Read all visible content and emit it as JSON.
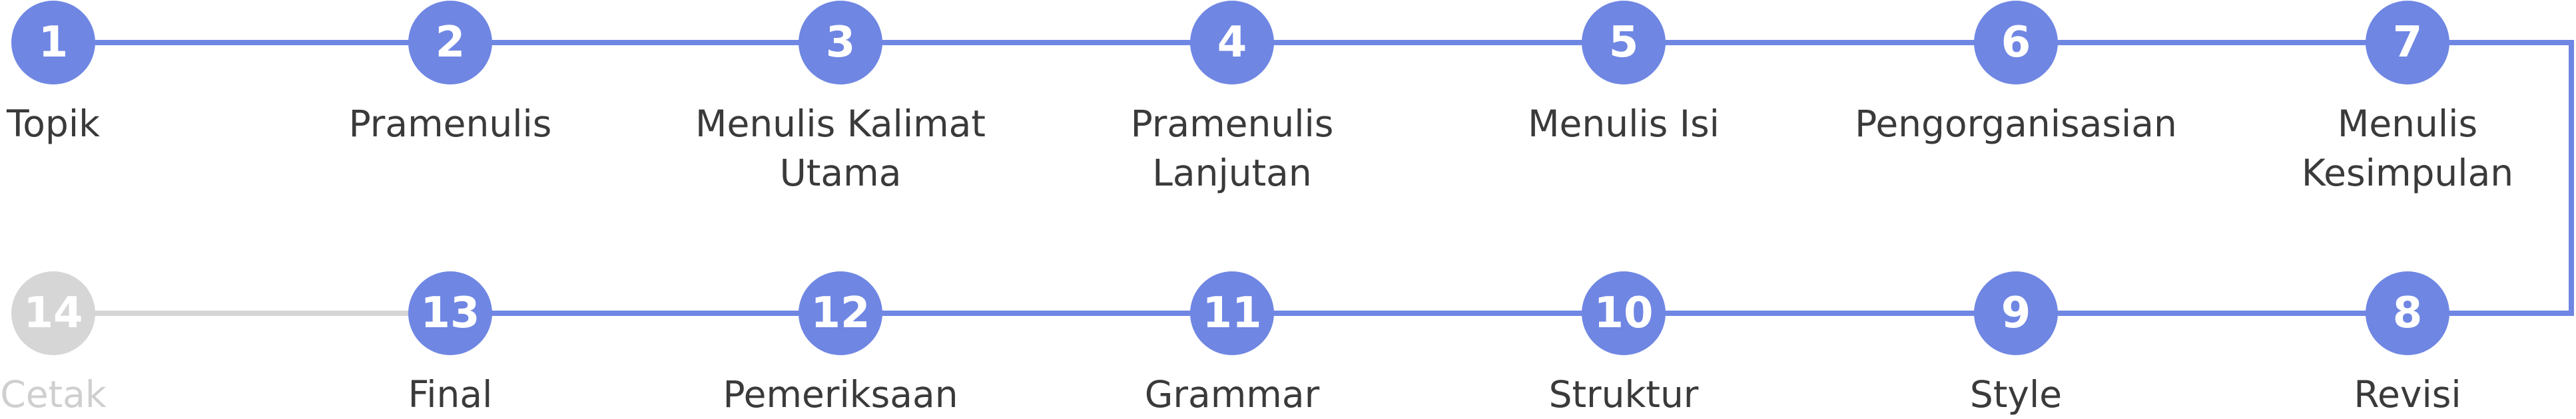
{
  "steps": [
    {
      "number": "1",
      "label": "Topik",
      "active": true
    },
    {
      "number": "2",
      "label": "Pramenulis",
      "active": true
    },
    {
      "number": "3",
      "label": "Menulis Kalimat Utama",
      "active": true
    },
    {
      "number": "4",
      "label": "Pramenulis Lanjutan",
      "active": true
    },
    {
      "number": "5",
      "label": "Menulis Isi",
      "active": true
    },
    {
      "number": "6",
      "label": "Pengorganisasian",
      "active": true
    },
    {
      "number": "7",
      "label": "Menulis Kesimpulan",
      "active": true
    },
    {
      "number": "8",
      "label": "Revisi",
      "active": true
    },
    {
      "number": "9",
      "label": "Style",
      "active": true
    },
    {
      "number": "10",
      "label": "Struktur",
      "active": true
    },
    {
      "number": "11",
      "label": "Grammar",
      "active": true
    },
    {
      "number": "12",
      "label": "Pemeriksaan",
      "active": true
    },
    {
      "number": "13",
      "label": "Final",
      "active": true
    },
    {
      "number": "14",
      "label": "Cetak",
      "active": false
    }
  ],
  "colors": {
    "active": "#6f86e3",
    "inactive": "#d6d6d6",
    "text": "#3a3a3a",
    "inactive_text": "#cfcfcf"
  }
}
